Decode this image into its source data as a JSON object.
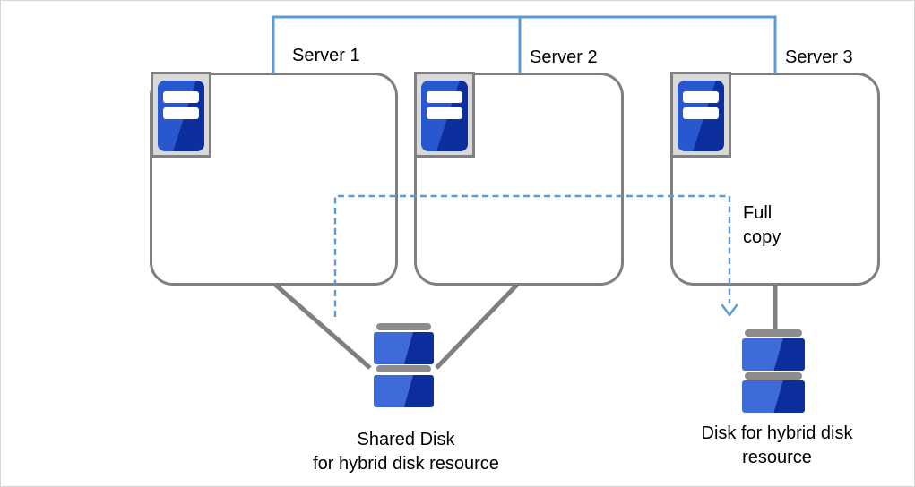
{
  "colors": {
    "accent_blue": "#5B9BD5",
    "box_border": "#7F7F7F",
    "connector_gray": "#7F7F7F",
    "disk_cap_gray": "#8C8C8C",
    "icon_frame_fill": "#D9D9D9",
    "icon_frame_border": "#808080",
    "server_blue_light": "#2857CE",
    "server_blue_dark": "#0D2F9E",
    "disk_blue_light": "#3E6BD8",
    "disk_blue_dark": "#0C2D9C",
    "text_color": "#000000",
    "canvas_border": "#D5D5D5"
  },
  "servers": [
    {
      "name": "Server 1"
    },
    {
      "name": "Server 2"
    },
    {
      "name": "Server 3"
    }
  ],
  "labels": {
    "full_copy": "Full copy",
    "shared_disk_line1": "Shared Disk",
    "shared_disk_line2": "for hybrid disk resource",
    "hybrid_disk_line1": "Disk for hybrid disk",
    "hybrid_disk_line2": "resource"
  }
}
